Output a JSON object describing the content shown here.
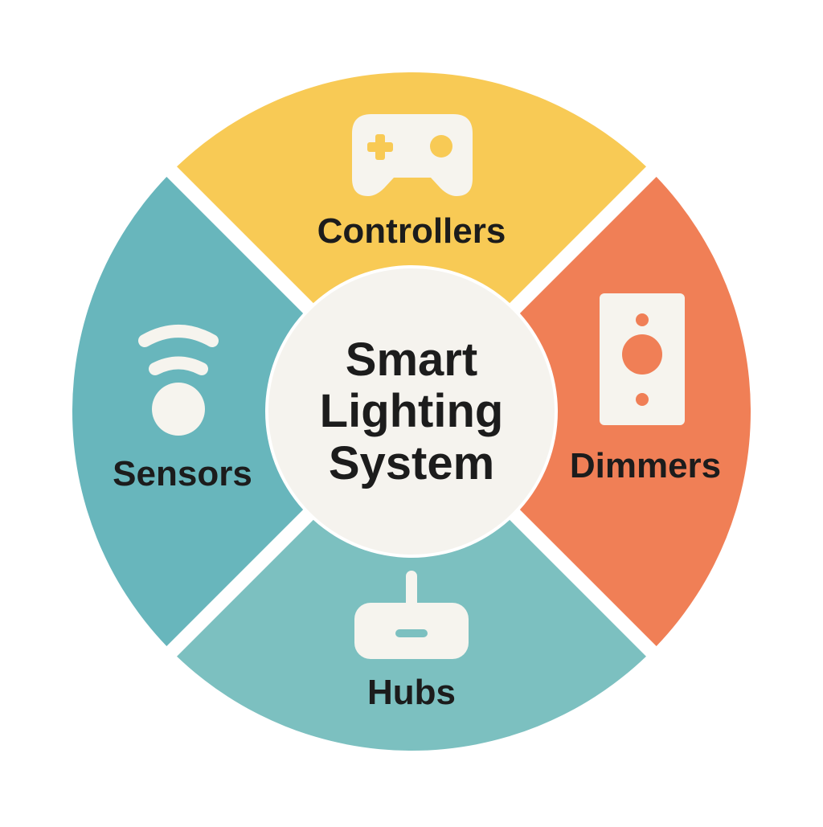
{
  "center": {
    "lines": [
      "Smart",
      "Lighting",
      "System"
    ]
  },
  "segments": [
    {
      "id": "controllers",
      "label": "Controllers",
      "icon": "gamepad-icon",
      "color": "#f8ca55"
    },
    {
      "id": "dimmers",
      "label": "Dimmers",
      "icon": "wall-switch-icon",
      "color": "#f07f56"
    },
    {
      "id": "hubs",
      "label": "Hubs",
      "icon": "hub-router-icon",
      "color": "#7cc0c0"
    },
    {
      "id": "sensors",
      "label": "Sensors",
      "icon": "wireless-signal-icon",
      "color": "#68b6bc"
    }
  ],
  "colors": {
    "background": "#ffffff",
    "center_fill": "#f5f3ee",
    "icon_fill": "#f6f4ee",
    "text": "#1c1c1c"
  }
}
